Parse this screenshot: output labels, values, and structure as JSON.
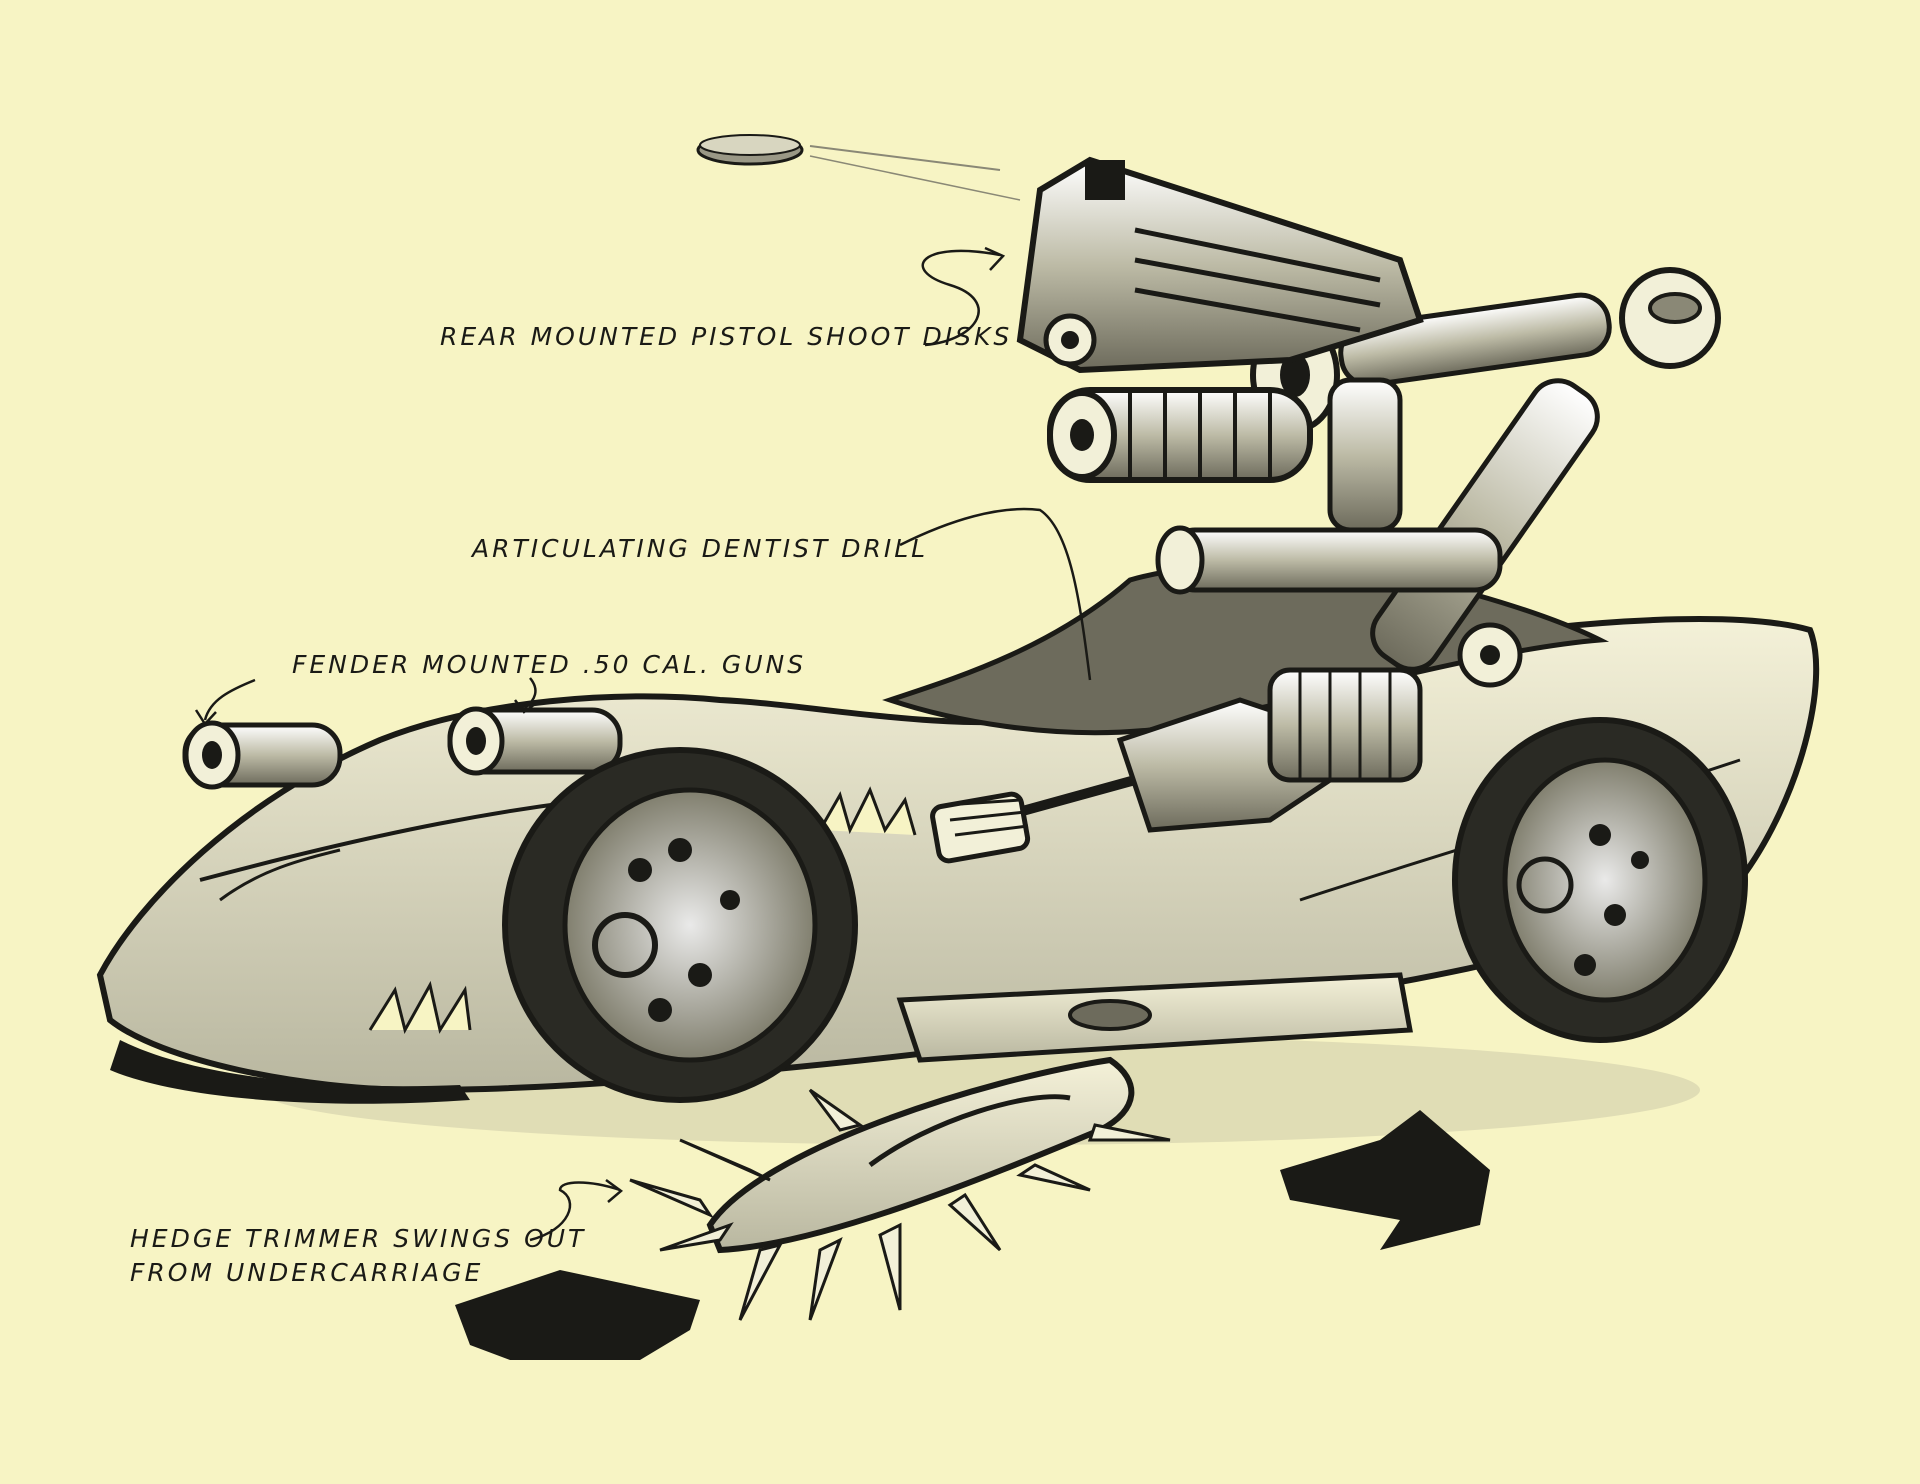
{
  "annotations": {
    "pistol": "REAR MOUNTED PISTOL SHOOT DISKS",
    "drill": "ARTICULATING DENTIST DRILL",
    "guns": "FENDER MOUNTED .50 CAL. GUNS",
    "hedge_line1": "HEDGE TRIMMER SWINGS OUT",
    "hedge_line2": "FROM UNDERCARRIAGE"
  },
  "colors": {
    "paper": "#f7f4c4",
    "ink": "#1a1a16",
    "shade": "#8a8876"
  }
}
